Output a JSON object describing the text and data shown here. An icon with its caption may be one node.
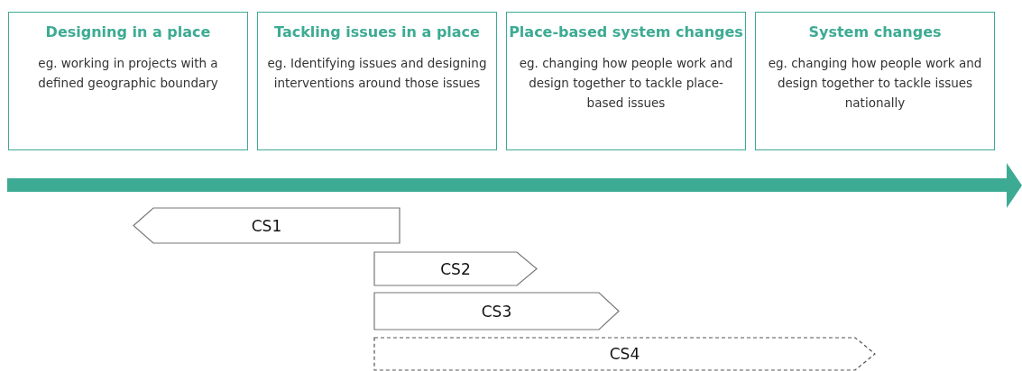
{
  "diagram": {
    "nodes": [
      {
        "text": [
          "Designing in a place",
          "eg. working in projects with a defined geographic boundary"
        ]
      },
      {
        "text": [
          "Tackling issues in a place",
          "eg. Identifying issues and designing interventions around those issues"
        ]
      },
      {
        "text": [
          "Place-based system changes",
          "eg. changing how people work and design together to tackle place-based issues"
        ]
      },
      {
        "text": [
          "System changes",
          "eg. changing how people work and design together to tackle issues nationally"
        ]
      },
      {
        "text": [
          "CS1"
        ]
      },
      {
        "text": [
          "CS2"
        ]
      },
      {
        "text": [
          "CS3"
        ]
      },
      {
        "text": [
          "CS4"
        ]
      }
    ]
  }
}
